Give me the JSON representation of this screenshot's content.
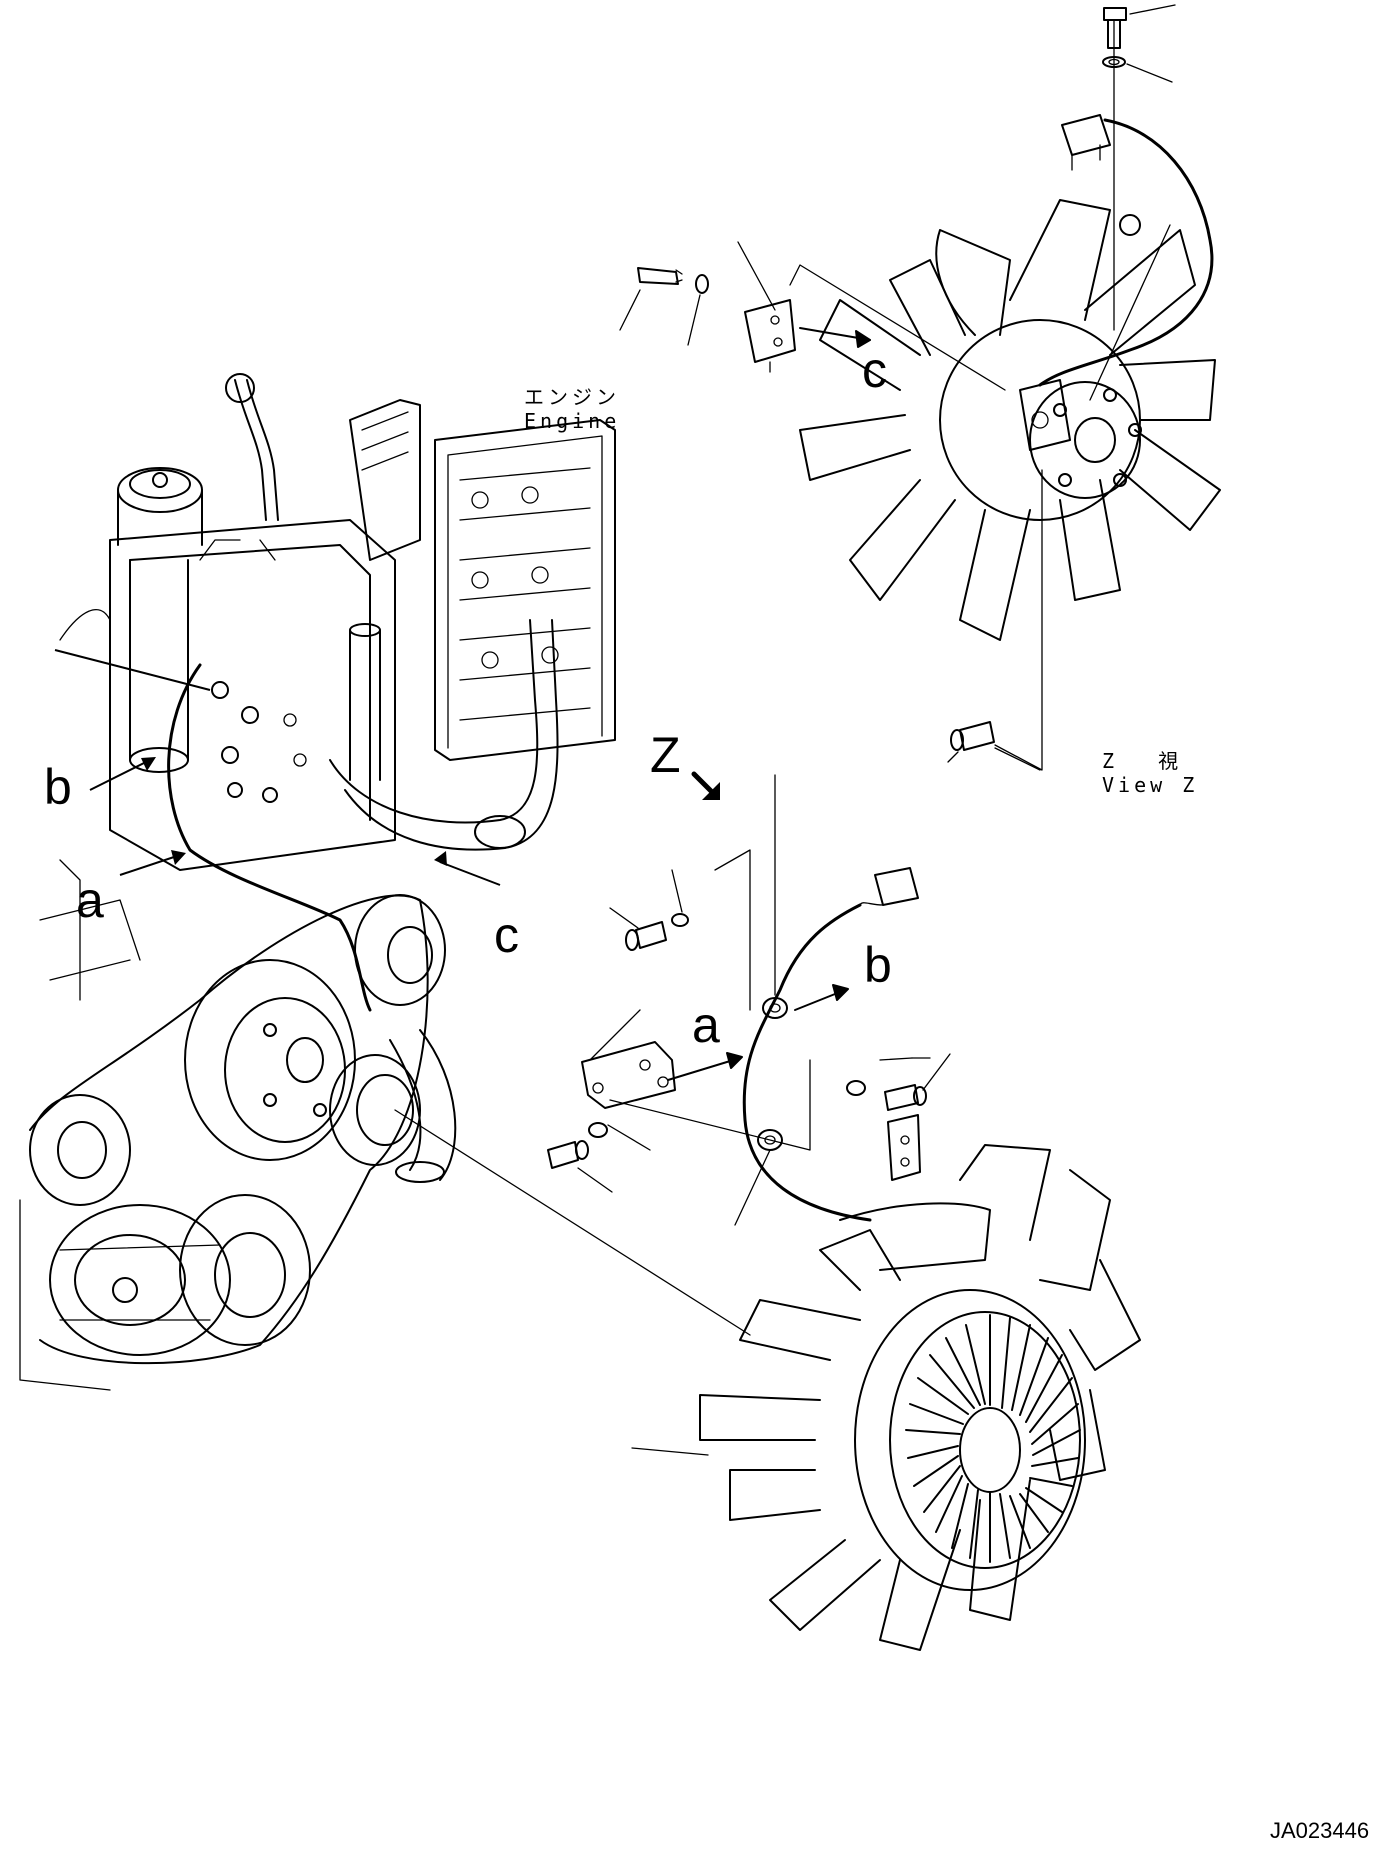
{
  "labels": {
    "engine_ja": "エンジン",
    "engine_en": "Engine",
    "view_z_ja": "Z　 視",
    "view_z_en": "View Z",
    "z": "Z",
    "a": "a",
    "b": "b",
    "c": "c",
    "drawing_number": "JA023446"
  }
}
